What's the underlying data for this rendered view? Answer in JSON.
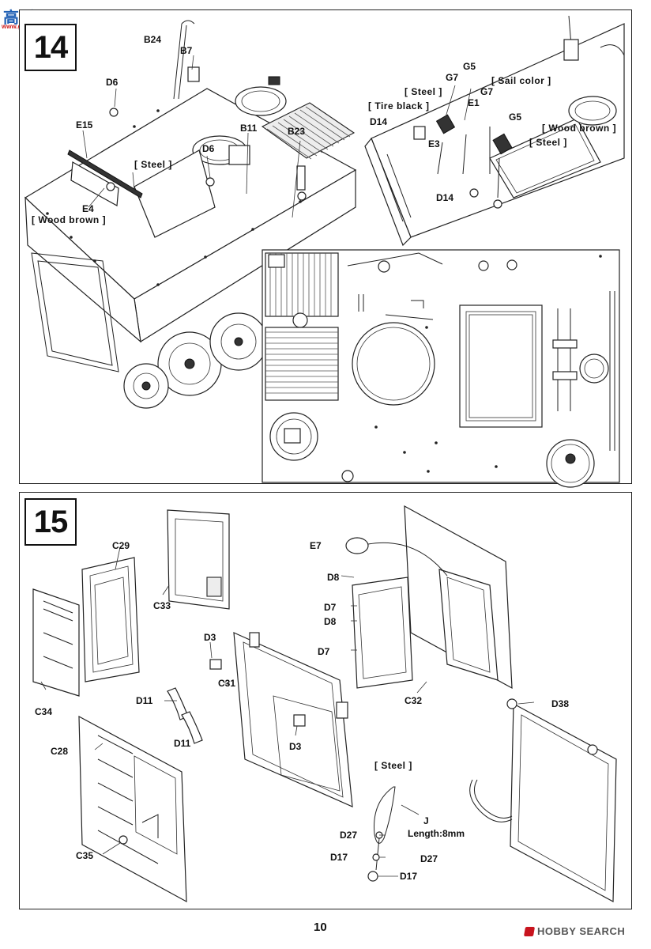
{
  "header": {
    "logo_text": "高手网",
    "logo_url": "www.gaoshou.com"
  },
  "steps": {
    "s14": "14",
    "s15": "15"
  },
  "labels": {
    "B24": "B24",
    "B7": "B7",
    "D6a": "D6",
    "D6b": "D6",
    "E15": "E15",
    "steel1": "[ Steel ]",
    "E4": "E4",
    "wood1": "[ Wood brown ]",
    "B11": "B11",
    "B23": "B23",
    "G5a": "G5",
    "G7a": "G7",
    "sail": "[ Sail color ]",
    "steel2": "[ Steel ]",
    "E1": "E1",
    "G7b": "G7",
    "tire": "[ Tire black ]",
    "G5b": "G5",
    "D14a": "D14",
    "wood2": "[ Wood brown ]",
    "E3": "E3",
    "steel3": "[ Steel ]",
    "D14b": "D14",
    "C29": "C29",
    "C33": "C33",
    "C34": "C34",
    "C28": "C28",
    "C35": "C35",
    "D3a": "D3",
    "C31": "C31",
    "D11a": "D11",
    "D11b": "D11",
    "D3b": "D3",
    "E7": "E7",
    "D8a": "D8",
    "D7a": "D7",
    "D8b": "D8",
    "D7b": "D7",
    "C32": "C32",
    "D38": "D38",
    "steel4": "[ Steel ]",
    "J": "J",
    "length": "Length:8mm",
    "D27a": "D27",
    "D17a": "D17",
    "D27b": "D27",
    "D17b": "D17"
  },
  "footer": {
    "page_number": "10",
    "watermark": "HOBBY SEARCH"
  },
  "colors": {
    "ink": "#111111",
    "logo_blue": "#1f5fb4",
    "logo_red": "#d0201f",
    "watermark_red": "#c8141e",
    "watermark_gray": "#555555"
  }
}
